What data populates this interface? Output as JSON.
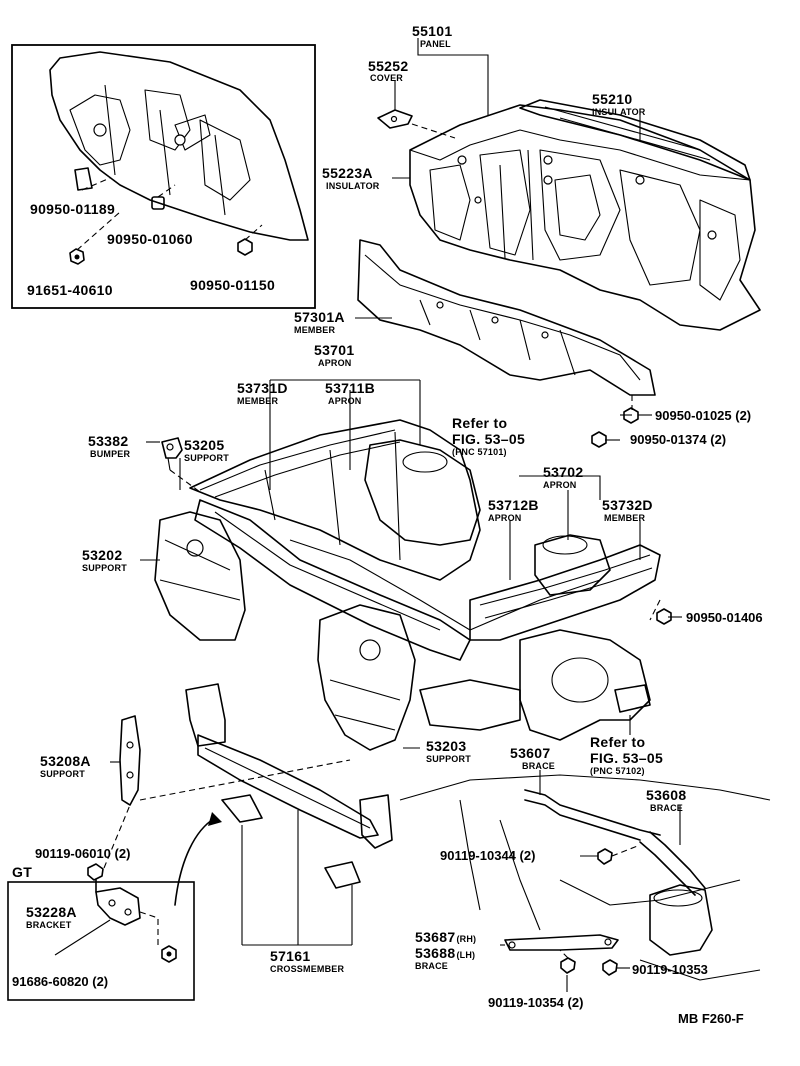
{
  "labels": {
    "p55101": "55101",
    "n55101": "PANEL",
    "p55252": "55252",
    "n55252": "COVER",
    "p55210": "55210",
    "n55210": "INSULATOR",
    "p55223a": "55223A",
    "n55223a": "INSULATOR",
    "p90950_01189": "90950-01189",
    "p90950_01060": "90950-01060",
    "p91651_40610": "91651-40610",
    "p90950_01150": "90950-01150",
    "p57301a": "57301A",
    "n57301a": "MEMBER",
    "p53701": "53701",
    "n53701": "APRON",
    "p53731d": "53731D",
    "n53731d": "MEMBER",
    "p53711b": "53711B",
    "n53711b": "APRON",
    "refer1_a": "Refer to",
    "refer1_b": "FIG. 53–05",
    "refer1_c": "(PNC 57101)",
    "p90950_01025": "90950-01025 (2)",
    "p90950_01374": "90950-01374 (2)",
    "p53382": "53382",
    "n53382": "BUMPER",
    "p53205": "53205",
    "n53205": "SUPPORT",
    "p53702": "53702",
    "n53702": "APRON",
    "p53712b": "53712B",
    "n53712b": "APRON",
    "p53732d": "53732D",
    "n53732d": "MEMBER",
    "p53202": "53202",
    "n53202": "SUPPORT",
    "p90950_01406": "90950-01406",
    "p53203": "53203",
    "n53203": "SUPPORT",
    "p53607": "53607",
    "n53607": "BRACE",
    "refer2_a": "Refer to",
    "refer2_b": "FIG. 53–05",
    "refer2_c": "(PNC 57102)",
    "p53208a": "53208A",
    "n53208a": "SUPPORT",
    "p53608": "53608",
    "n53608": "BRACE",
    "p90119_06010": "90119-06010 (2)",
    "p90119_10344": "90119-10344 (2)",
    "gt": "GT",
    "p53228a": "53228A",
    "n53228a": "BRACKET",
    "p91686_60820": "91686-60820 (2)",
    "p57161": "57161",
    "n57161": "CROSSMEMBER",
    "p53687": "53687",
    "t53687": "(RH)",
    "p53688": "53688",
    "t53688": "(LH)",
    "n53688": "BRACE",
    "p90119_10353": "90119-10353",
    "p90119_10354": "90119-10354 (2)",
    "code": "MB F260-F"
  }
}
